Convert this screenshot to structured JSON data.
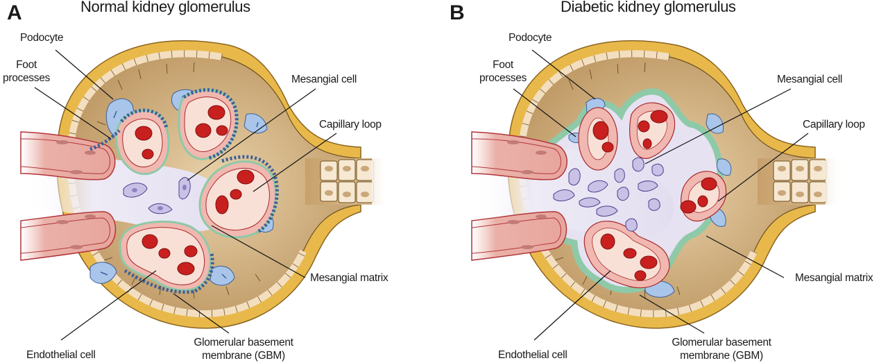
{
  "figure": {
    "panels": [
      {
        "letter": "A",
        "title": "Normal kidney glomerulus",
        "labels": {
          "podocyte": "Podocyte",
          "foot_processes_1": "Foot",
          "foot_processes_2": "processes",
          "mesangial_cell": "Mesangial cell",
          "capillary_loop": "Capillary loop",
          "mesangial_matrix": "Mesangial matrix",
          "endothelial_cell": "Endothelial cell",
          "gbm_1": "Glomerular basement",
          "gbm_2": "membrane (GBM)"
        }
      },
      {
        "letter": "B",
        "title": "Diabetic kidney glomerulus",
        "labels": {
          "podocyte": "Podocyte",
          "foot_processes_1": "Foot",
          "foot_processes_2": "processes",
          "mesangial_cell": "Mesangial cell",
          "capillary_loop": "Capillary loop",
          "mesangial_matrix": "Mesangial matrix",
          "endothelial_cell": "Endothelial cell",
          "gbm_1": "Glomerular basement",
          "gbm_2": "membrane (GBM)"
        }
      }
    ],
    "colors": {
      "capsule_outer": "#e8b94a",
      "capsule_inner": "#c9a26e",
      "urinary_space": "#d8b98a",
      "capillary_fill": "#f7ddd2",
      "endothelium": "#f0b8b0",
      "red_cell": "#c8201f",
      "podocyte": "#a9c6ea",
      "gbm": "#8ec9a8",
      "mesangial_matrix": "#e6e2f2",
      "mesangial_cell": "#c9c2e6",
      "arteriole": "#e9a8a0"
    }
  }
}
